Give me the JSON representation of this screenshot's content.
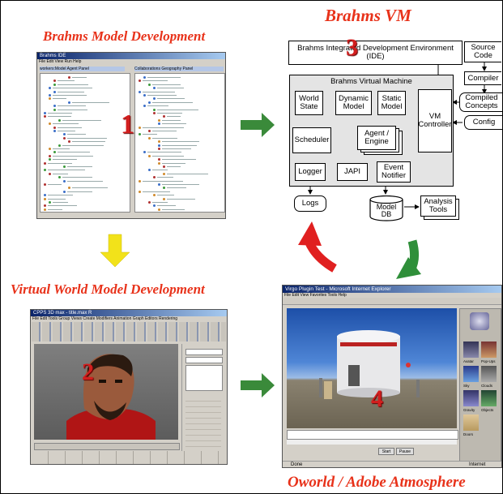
{
  "titles": {
    "model_dev": "Brahms Model Development",
    "vm": "Brahms VM",
    "virtual_world": "Virtual World Model Development",
    "oworld": "Oworld / Adobe Atmosphere"
  },
  "numbers": {
    "n1": "1",
    "n2": "2",
    "n3": "3",
    "n4": "4"
  },
  "diagram": {
    "ide": "Brahms Integrated Development Environment (IDE)",
    "vm_label": "Brahms Virtual Machine",
    "world_state": "World State",
    "dynamic_model": "Dynamic Model",
    "static_model": "Static Model",
    "vm_controller": "VM Controller",
    "scheduler": "Scheduler",
    "agent_engine": "Agent / Engine",
    "logger": "Logger",
    "japi": "JAPI",
    "event_notifier": "Event Notifier",
    "logs": "Logs",
    "model_db": "Model DB",
    "analysis_tools": "Analysis Tools",
    "source_code": "Source Code",
    "compiler": "Compiler",
    "compiled_concepts": "Compiled Concepts",
    "config": "Config"
  },
  "screens": {
    "brahms_window_title": "Brahms IDE",
    "brahms_menu": "File  Edit  View  Run  Help",
    "brahms_left_panel": "workers:Model   Agent Panel",
    "brahms_right_panel": "Collaborations   Geography Panel",
    "max_window_title": "CPPS 3D max - title.max R",
    "max_menu": "File  Edit  Tools  Group  Views  Create  Modifiers  Animation  Graph Editors  Rendering",
    "browser_title": "Virgo Plugin Test - Microsoft Internet Explorer",
    "browser_menu": "File  Edit  View  Favorites  Tools  Help",
    "browser_status": "Done",
    "browser_zone": "Internet",
    "atmosphere_buttons": [
      "Start",
      "Pause"
    ],
    "palette_labels": [
      "Avatar",
      "Pop-Ups",
      "Sky",
      "Clouds",
      "Gravity",
      "Objects",
      "Doors"
    ]
  },
  "colors": {
    "title": "#e8321a",
    "number": "#d21e1e",
    "arrow_green": "#3a8a3a",
    "arrow_yellow": "#f2e21a",
    "cycle_red": "#e02020",
    "cycle_green": "#2f8f3a"
  }
}
